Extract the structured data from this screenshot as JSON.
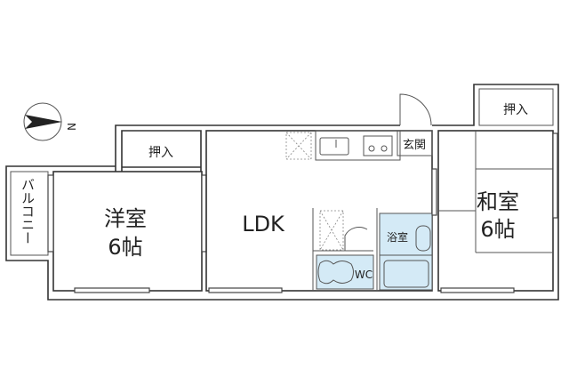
{
  "compass": {
    "north_label": "N"
  },
  "rooms": {
    "western_room": {
      "name": "洋室",
      "size": "6帖"
    },
    "ldk": {
      "name": "LDK"
    },
    "japanese_room": {
      "name": "和室",
      "size": "6帖"
    },
    "closet_left": {
      "name": "押入"
    },
    "closet_right": {
      "name": "押入"
    },
    "entrance": {
      "name": "玄関"
    },
    "bathroom": {
      "name": "浴室"
    },
    "toilet": {
      "name": "WC"
    },
    "balcony": {
      "name": "バルコニー"
    }
  },
  "colors": {
    "wet_area": "#d4eaf6",
    "wall": "#333333"
  }
}
